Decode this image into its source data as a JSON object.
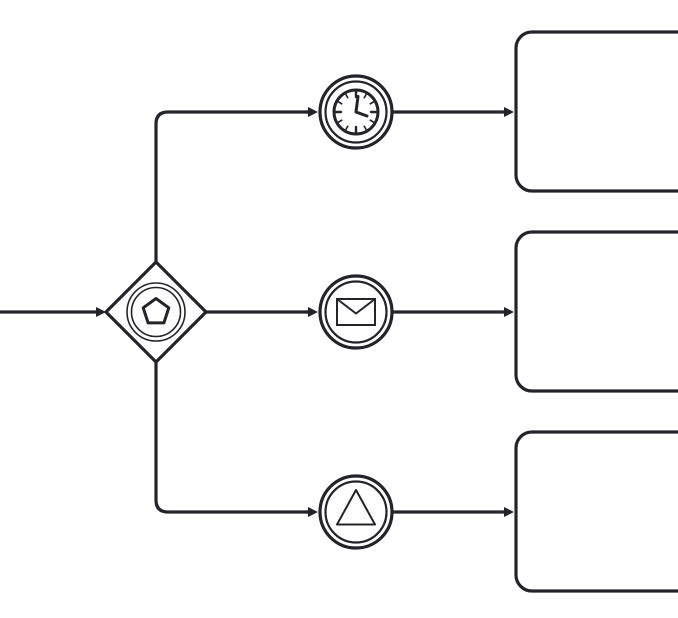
{
  "diagram": {
    "notation": "BPMN",
    "stroke_color": "#22242a",
    "background_color": "#ffffff",
    "nodes": [
      {
        "id": "gateway",
        "kind": "event-based-gateway",
        "icon": "pentagon-icon"
      },
      {
        "id": "timer-event",
        "kind": "intermediate-catch-event",
        "icon": "clock-icon"
      },
      {
        "id": "message-event",
        "kind": "intermediate-catch-event",
        "icon": "envelope-icon"
      },
      {
        "id": "signal-event",
        "kind": "intermediate-catch-event",
        "icon": "triangle-icon"
      },
      {
        "id": "task-top",
        "kind": "task",
        "label": ""
      },
      {
        "id": "task-middle",
        "kind": "task",
        "label": ""
      },
      {
        "id": "task-bottom",
        "kind": "task",
        "label": ""
      }
    ],
    "connections": [
      {
        "from": "incoming",
        "to": "gateway"
      },
      {
        "from": "gateway",
        "to": "timer-event"
      },
      {
        "from": "gateway",
        "to": "message-event"
      },
      {
        "from": "gateway",
        "to": "signal-event"
      },
      {
        "from": "timer-event",
        "to": "task-top"
      },
      {
        "from": "message-event",
        "to": "task-middle"
      },
      {
        "from": "signal-event",
        "to": "task-bottom"
      }
    ]
  }
}
